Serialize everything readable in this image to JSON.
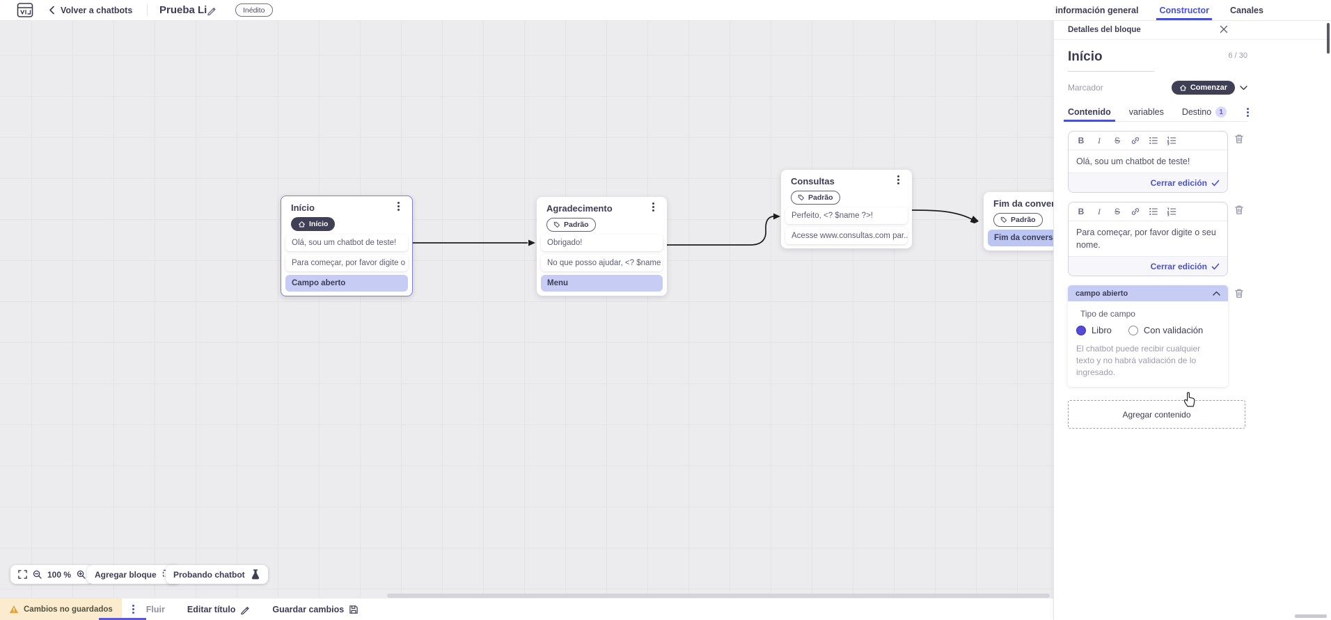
{
  "colors": {
    "accent": "#4650d8",
    "lavender": "#c6ccf4",
    "dark_pill": "#3f3f55",
    "warning": "#e2a43c",
    "canvas_bg": "#ececee"
  },
  "topbar": {
    "back_label": "Volver a chatbots",
    "bot_title": "Prueba Li",
    "status_badge": "Inédito",
    "tabs": [
      {
        "label": "información general",
        "active": false
      },
      {
        "label": "Constructor",
        "active": true
      },
      {
        "label": "Canales",
        "active": false
      }
    ]
  },
  "panel": {
    "header": "Detalles del bloque",
    "block_name": "Início",
    "char_counter": "6 / 30",
    "marker_label": "Marcador",
    "marker_value": "Comenzar",
    "tabs": {
      "contenido": "Contenido",
      "variables": "variables",
      "destino": "Destino",
      "destino_count": "1"
    },
    "icons": {
      "bold": "B",
      "italic": "I",
      "strikethrough": "S"
    },
    "blocks": [
      {
        "text": "Olá, sou um chatbot de teste!",
        "action": "Cerrar edición"
      },
      {
        "text": "Para começar, por favor digite o seu nome.",
        "action": "Cerrar edición"
      }
    ],
    "open_field": {
      "header": "campo abierto",
      "type_label": "Tipo de campo",
      "option_free": "Libro",
      "option_validated": "Con validación",
      "selected": "Libro",
      "help": "El chatbot puede recibir cualquier texto y no habrá validación de lo ingresado."
    },
    "add_content": "Agregar contenido"
  },
  "canvas": {
    "nodes": [
      {
        "title": "Início",
        "badge": "Início",
        "rows": [
          {
            "text": "Olá, sou um chatbot de teste!",
            "highlight": false
          },
          {
            "text": "Para começar, por favor digite o ...",
            "highlight": false
          },
          {
            "text": "Campo aberto",
            "highlight": true
          }
        ]
      },
      {
        "title": "Agradecimento",
        "badge": "Padrão",
        "rows": [
          {
            "text": "Obrigado!",
            "highlight": false
          },
          {
            "text": "No que posso ajudar, <? $name ...",
            "highlight": false
          },
          {
            "text": "Menu",
            "highlight": true
          }
        ]
      },
      {
        "title": "Consultas",
        "badge": "Padrão",
        "rows": [
          {
            "text": "Perfeito, <? $name ?>!",
            "highlight": false
          },
          {
            "text": "Acesse www.consultas.com par...",
            "highlight": false
          }
        ]
      },
      {
        "title": "Fim da conversa",
        "badge": "Padrão",
        "rows": [
          {
            "text": "Fim da conversa",
            "highlight": true
          }
        ]
      }
    ]
  },
  "toolbar": {
    "zoom_level": "100 %",
    "add_block": "Agregar bloque",
    "test_chatbot": "Probando chatbot"
  },
  "statusbar": {
    "unsaved": "Cambios no guardados",
    "flow_tab": "Fluir",
    "edit_title": "Editar título",
    "save": "Guardar cambios"
  }
}
